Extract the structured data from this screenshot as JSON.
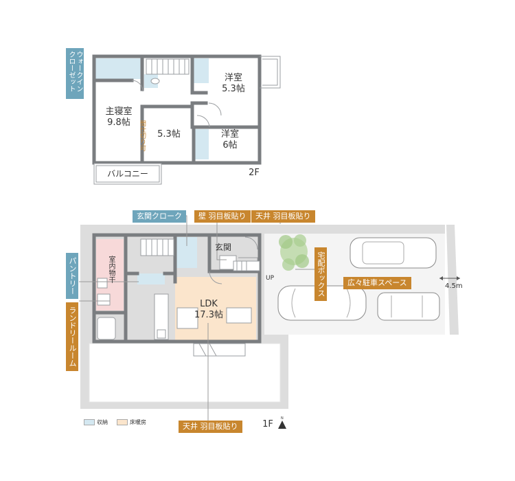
{
  "floor2": {
    "label": "2F",
    "rooms": {
      "master_name": "主寝室",
      "master_size": "9.8帖",
      "middle_size": "5.3帖",
      "west1_name": "洋室",
      "west1_size": "5.3帖",
      "west2_name": "洋室",
      "west2_size": "6帖",
      "balcony": "バルコニー"
    },
    "notes": {
      "walkin": "ウォークイン\nクローゼット",
      "partition": "間仕切り可"
    }
  },
  "floor1": {
    "label": "1F",
    "rooms": {
      "ldk_name": "LDK",
      "ldk_size": "17.3帖",
      "entrance": "玄関",
      "indoor_drying": "室内物干",
      "up": "UP"
    },
    "callouts": {
      "entrance_cloak": "玄関クローク",
      "wall_wood": "壁 羽目板貼り",
      "ceiling_wood_top": "天井 羽目板貼り",
      "pantry": "パントリー",
      "laundry": "ランドリールーム",
      "delivery_box": "宅配ボックス",
      "parking": "広々駐車スペース",
      "ceiling_wood_bottom": "天井 羽目板貼り"
    },
    "road_width": "4.5m"
  },
  "legend": {
    "storage": "収納",
    "floor_heating": "床暖房"
  },
  "colors": {
    "wall": "#7a7d80",
    "storage": "#d4e8f1",
    "floor_heating": "#fbe5cc",
    "laundry_pink": "#f7d9d9",
    "callout_blue": "#6ea5bb",
    "callout_orange": "#c8862e",
    "lot": "#dddddd"
  }
}
